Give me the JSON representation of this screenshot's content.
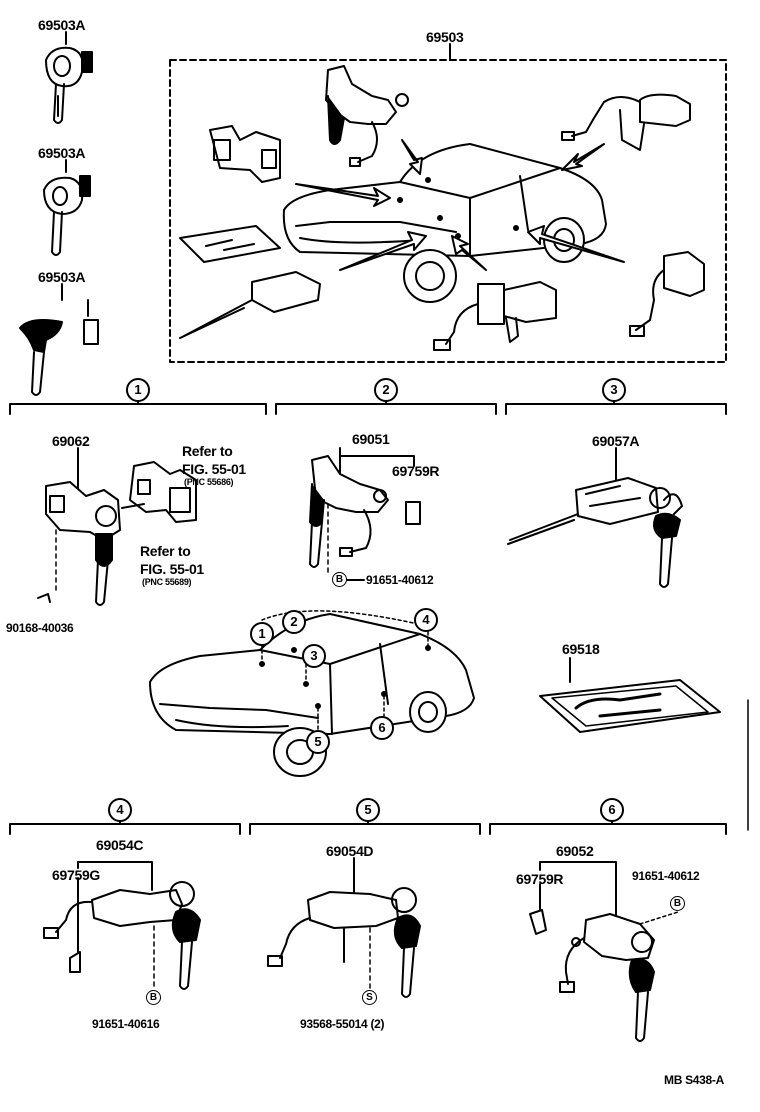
{
  "top": {
    "key_a1": "69503A",
    "key_a2": "69503A",
    "key_a3": "69503A",
    "assembly": "69503"
  },
  "sections": {
    "s1": "1",
    "s2": "2",
    "s3": "3",
    "s4": "4",
    "s5": "5",
    "s6": "6"
  },
  "sec1": {
    "part": "69062",
    "ref1_a": "Refer to",
    "ref1_b": "FIG. 55-01",
    "ref1_c": "(PNC 55686)",
    "ref2_a": "Refer to",
    "ref2_b": "FIG. 55-01",
    "ref2_c": "(PNC 55689)",
    "screw": "90168-40036"
  },
  "sec2": {
    "part": "69051",
    "sub": "69759R",
    "bolt_letter": "B",
    "bolt": "91651-40612"
  },
  "sec3": {
    "part": "69057A"
  },
  "mid": {
    "plate": "69518",
    "c1": "1",
    "c2": "2",
    "c3": "3",
    "c4": "4",
    "c5": "5",
    "c6": "6"
  },
  "sec4": {
    "part": "69054C",
    "sub": "69759G",
    "bolt_letter": "B",
    "bolt": "91651-40616"
  },
  "sec5": {
    "part": "69054D",
    "screw_letter": "S",
    "screw": "93568-55014 (2)"
  },
  "sec6": {
    "part": "69052",
    "sub": "69759R",
    "bolt": "91651-40612",
    "bolt_letter": "B"
  },
  "footer": {
    "code": "MB  S438-A"
  }
}
